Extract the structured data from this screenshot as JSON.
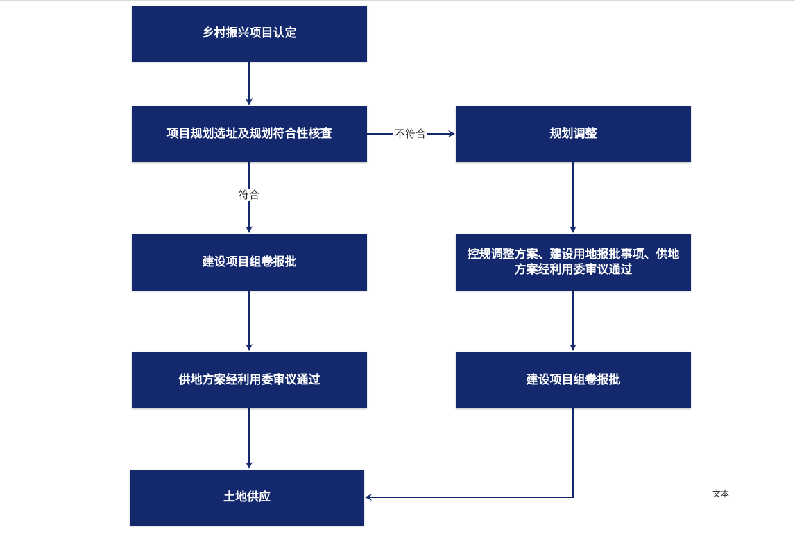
{
  "colors": {
    "node_fill": "#13286d",
    "node_text": "#ffffff",
    "edge": "#13286d",
    "label_text": "#262626"
  },
  "nodes": {
    "n1": "乡村振兴项目认定",
    "n2": "项目规划选址及规划符合性核查",
    "n3": "建设项目组卷报批",
    "n4": "供地方案经利用委审议通过",
    "n5": "土地供应",
    "n6": "规划调整",
    "n7": "控规调整方案、建设用地报批事项、供地方案经利用委审议通过",
    "n8": "建设项目组卷报批"
  },
  "edge_labels": {
    "not_conform": "不符合",
    "conform": "符合"
  },
  "free_text": "文本"
}
